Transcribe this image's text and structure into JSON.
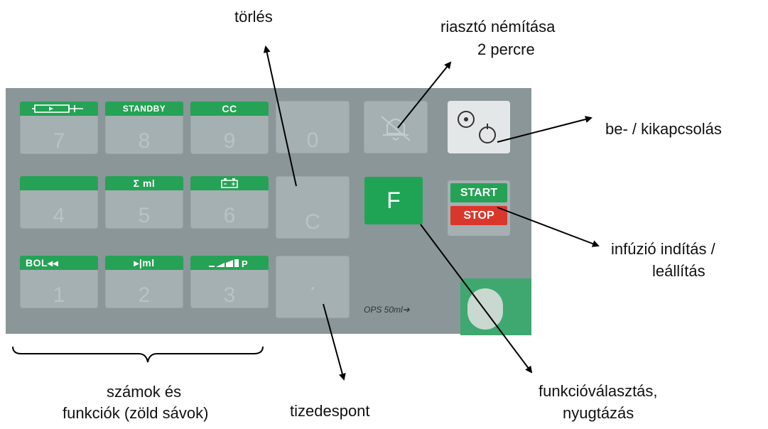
{
  "keypad": {
    "keys": [
      {
        "digit": "7",
        "band": ""
      },
      {
        "digit": "8",
        "band": "STANDBY"
      },
      {
        "digit": "9",
        "band": "CC"
      },
      {
        "digit": "0",
        "band": null
      },
      {
        "digit": "4",
        "band": ""
      },
      {
        "digit": "5",
        "band": "Σ ml"
      },
      {
        "digit": "6",
        "band": ""
      },
      {
        "digit": "C",
        "band": null
      },
      {
        "digit": "1",
        "band": "BOL◂◂"
      },
      {
        "digit": "2",
        "band": "▸|ml"
      },
      {
        "digit": "3",
        "band": "P"
      },
      {
        "digit": "·",
        "band": null
      }
    ],
    "f_key": "F",
    "start": "START",
    "stop": "STOP",
    "ops_text": "OPS 50ml➔",
    "icons": {
      "alarm_key": "bell-mute-icon",
      "power_key": "power-icon",
      "key7_band": "syringe-icon",
      "key6_band": "battery-icon"
    },
    "colors": {
      "panel": "#8a9698",
      "green": "#25a255",
      "red": "#d9372b"
    }
  },
  "annotations": {
    "torles": "törlés",
    "riaszto_line1": "riasztó némítása",
    "riaszto_line2": "2 percre",
    "bekikapcsolas": "be- / kikapcsolás",
    "infuzio_line1": "infúzió indítás /",
    "infuzio_line2": "leállítás",
    "funkcio_line1": "funkcióválasztás,",
    "funkcio_line2": "nyugtázás",
    "tizedespont": "tizedespont",
    "szamok_line1": "számok és",
    "szamok_line2": "funkciók (zöld sávok)"
  }
}
